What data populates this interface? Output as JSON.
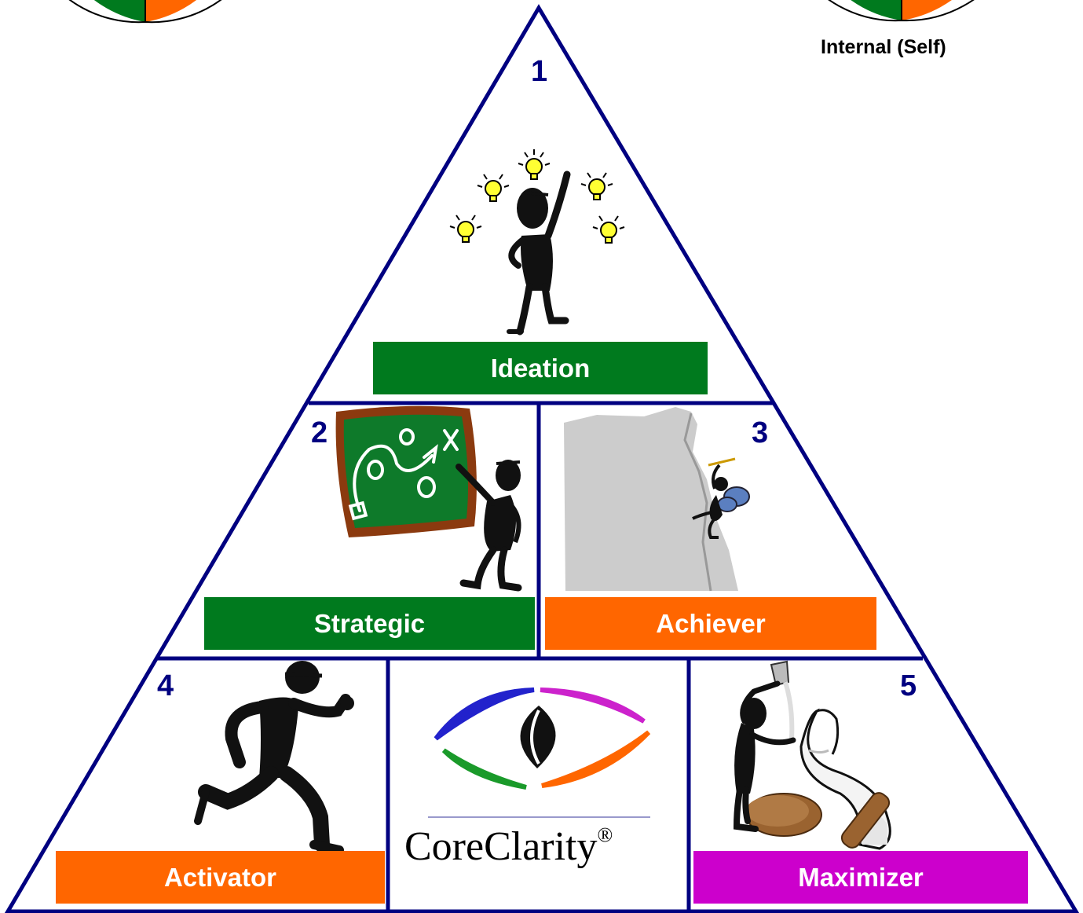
{
  "caption_right": "Internal (Self)",
  "colors": {
    "frame": "#000080",
    "green": "#007a1e",
    "orange": "#ff6600",
    "magenta": "#cc00cc",
    "chalkboard": "#0e7a2a",
    "chalkboard_frame": "#8b3a0f",
    "rock": "#cccccc",
    "bulb": "#ffff33"
  },
  "sections": [
    {
      "number": "1",
      "label": "Ideation",
      "color": "#007a1e",
      "icon": "idea-person-with-lightbulbs"
    },
    {
      "number": "2",
      "label": "Strategic",
      "color": "#007a1e",
      "icon": "person-at-chalkboard"
    },
    {
      "number": "3",
      "label": "Achiever",
      "color": "#ff6600",
      "icon": "climber-on-cliff"
    },
    {
      "number": "4",
      "label": "Activator",
      "color": "#ff6600",
      "icon": "running-person"
    },
    {
      "number": "5",
      "label": "Maximizer",
      "color": "#cc00cc",
      "icon": "person-with-hourglass"
    }
  ],
  "logo": {
    "text": "CoreClarity",
    "mark": "®",
    "icon": "eye-logo"
  }
}
